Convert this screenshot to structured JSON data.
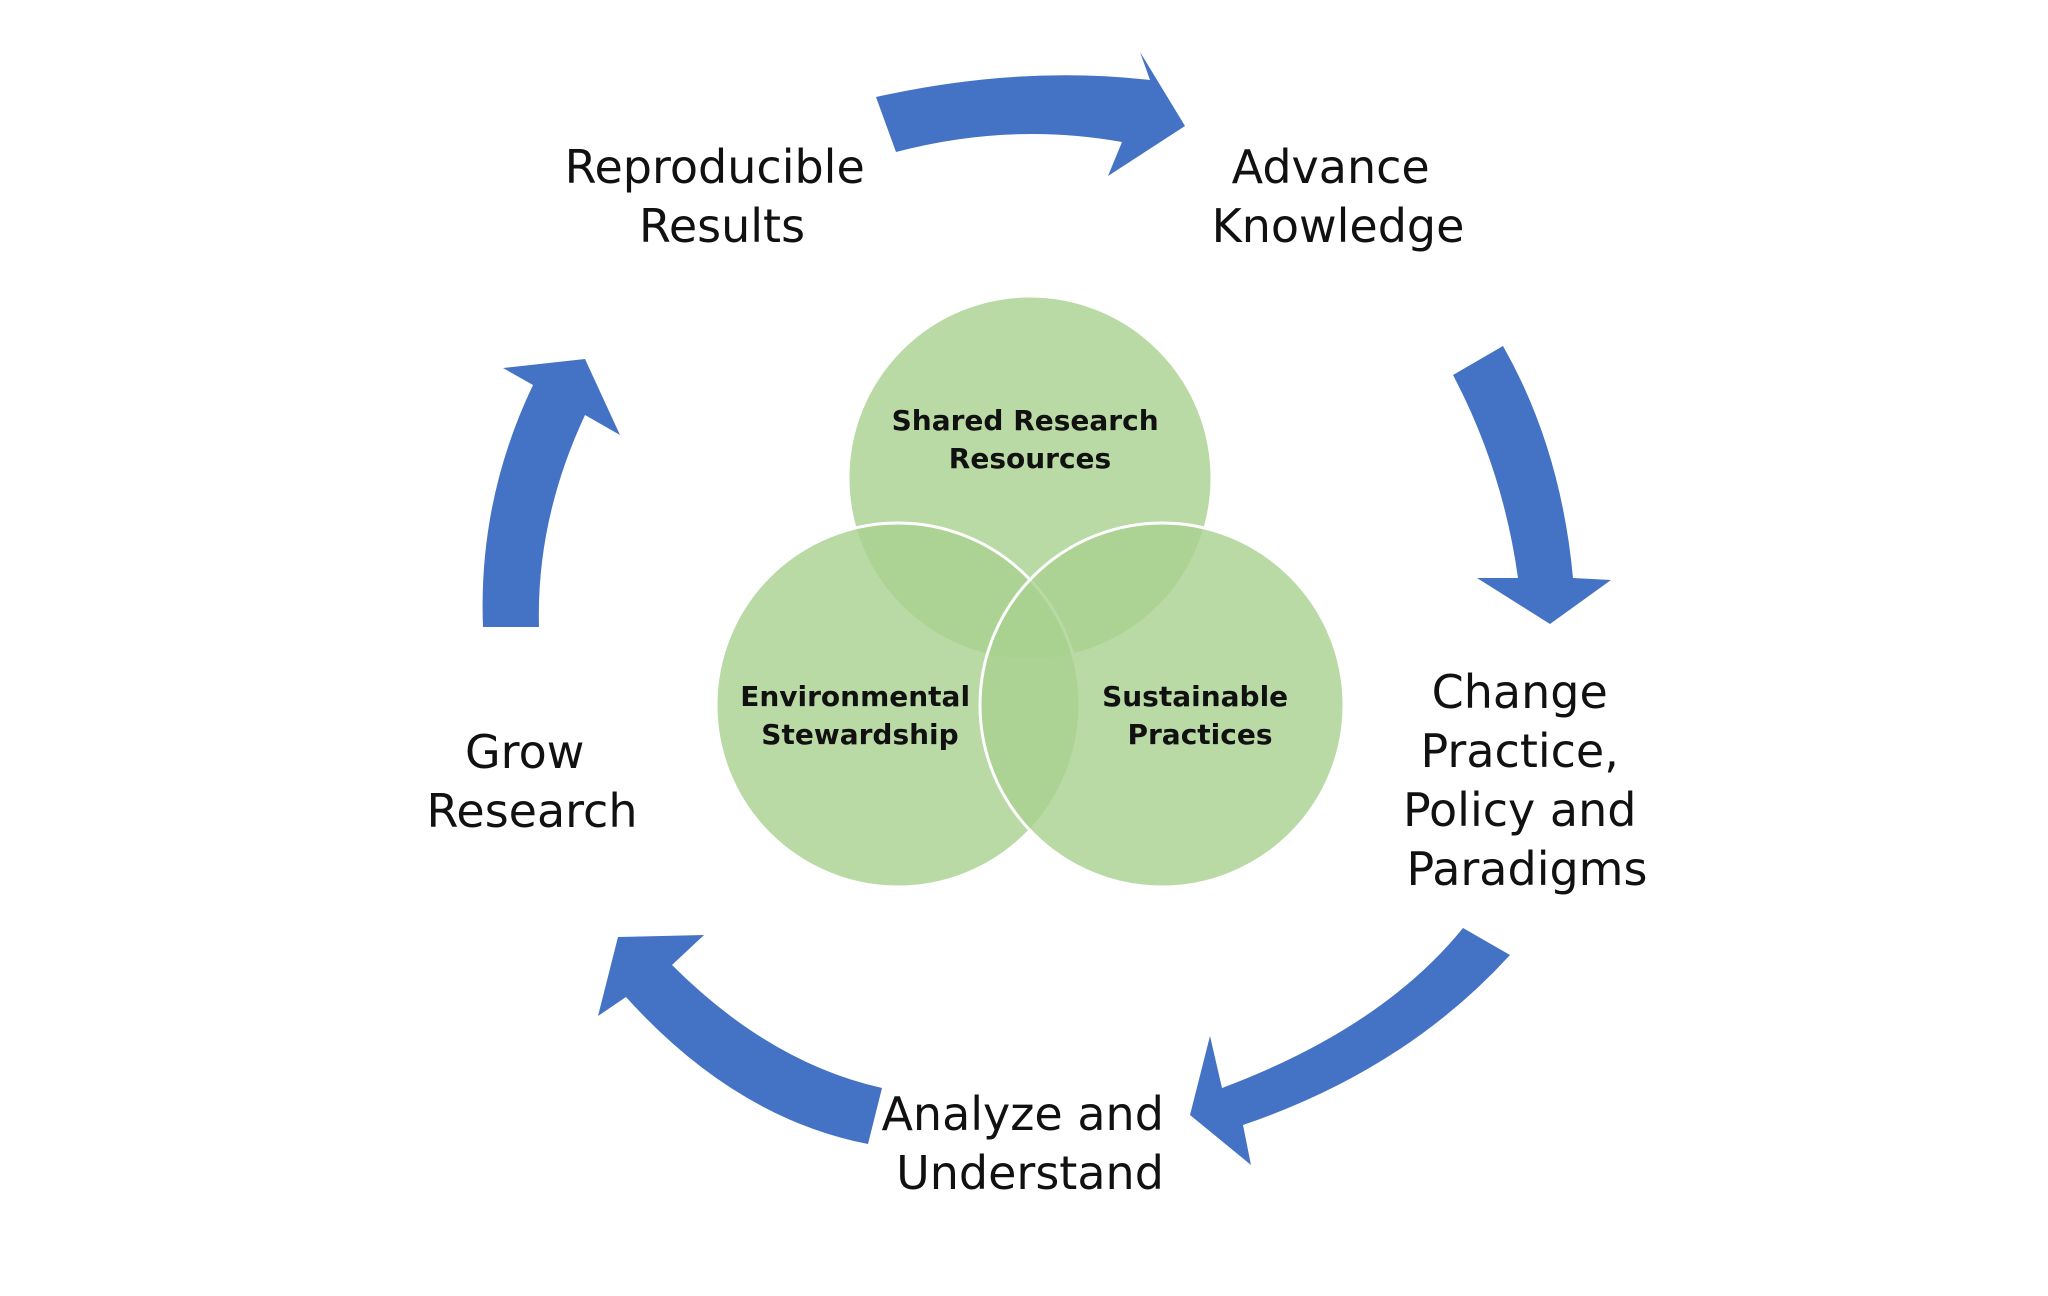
{
  "colors": {
    "arrow": "#4472C4",
    "circle_fill": "#A9D18E",
    "circle_outline": "#FFFFFF",
    "text": "#111111"
  },
  "cycle": {
    "stages": [
      {
        "id": "reproducible-results",
        "lines": [
          "Reproducible",
          "Results"
        ]
      },
      {
        "id": "advance-knowledge",
        "lines": [
          "Advance",
          "Knowledge"
        ]
      },
      {
        "id": "change-practice",
        "lines": [
          "Change",
          "Practice,",
          "Policy and",
          "Paradigms"
        ]
      },
      {
        "id": "analyze-understand",
        "lines": [
          "Analyze and",
          "Understand"
        ]
      },
      {
        "id": "grow-research",
        "lines": [
          "Grow",
          "Research"
        ]
      }
    ]
  },
  "venn": {
    "circles": [
      {
        "id": "shared-research-resources",
        "lines": [
          "Shared Research",
          "Resources"
        ]
      },
      {
        "id": "environmental-stewardship",
        "lines": [
          "Environmental",
          "Stewardship"
        ]
      },
      {
        "id": "sustainable-practices",
        "lines": [
          "Sustainable",
          "Practices"
        ]
      }
    ]
  }
}
